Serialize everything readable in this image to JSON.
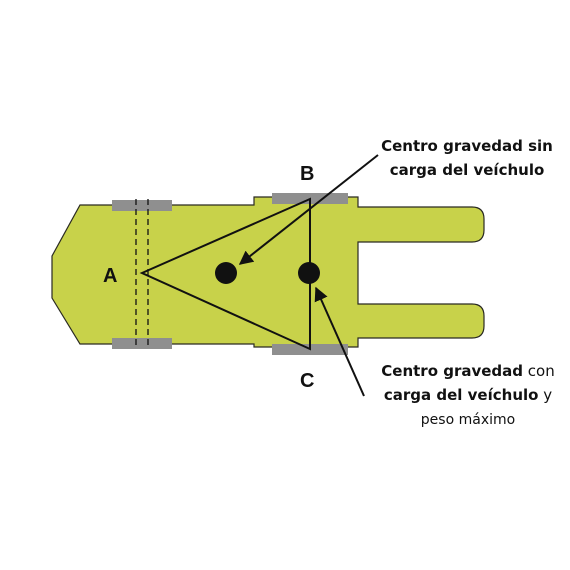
{
  "colors": {
    "chassis_fill": "#c8d24a",
    "chassis_stroke": "#2a2a22",
    "pad_fill": "#8f8f8f",
    "line": "#111111",
    "text": "#111111"
  },
  "points": {
    "a": "A",
    "b": "B",
    "c": "C"
  },
  "callout_no_load": {
    "line1": "Centro gravedad sin",
    "line2": "carga del veíchulo"
  },
  "callout_with_load": {
    "line1_bold": "Centro gravedad",
    "line1_rest": " con",
    "line2_bold": "carga del veíchulo",
    "line2_rest": " y",
    "line3": "peso máximo"
  },
  "icons": {
    "cog_no_load": "filled-circle-icon",
    "cog_with_load": "filled-circle-icon",
    "arrowheads": "triangle-arrow-icon"
  }
}
